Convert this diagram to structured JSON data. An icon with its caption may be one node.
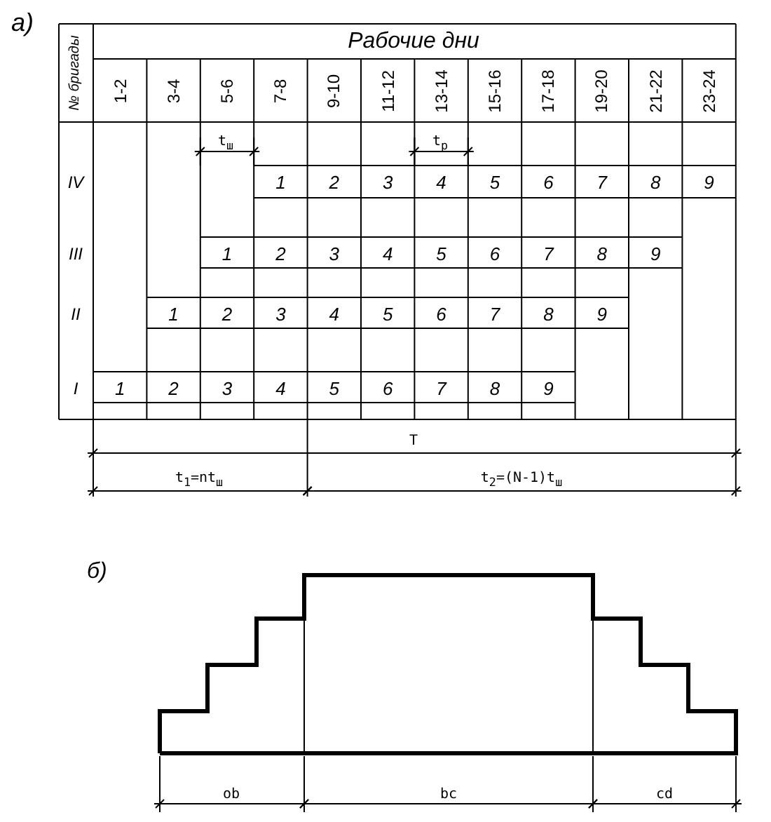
{
  "diagram": {
    "labels": [
      "а)",
      "№ бригады",
      "Рабочие дни",
      "1-2",
      "3-4",
      "5-6",
      "7-8",
      "9-10",
      "11-12",
      "13-14",
      "15-16",
      "17-18",
      "19-20",
      "21-22",
      "23-24",
      "t$_{ш}$",
      "t$_{р}$",
      "IV",
      "1",
      "2",
      "3",
      "4",
      "5",
      "6",
      "7",
      "8",
      "9",
      "III",
      "1",
      "2",
      "3",
      "4",
      "5",
      "6",
      "7",
      "8",
      "9",
      "II",
      "1",
      "2",
      "3",
      "4",
      "5",
      "6",
      "7",
      "8",
      "9",
      "I",
      "1",
      "2",
      "3",
      "4",
      "5",
      "6",
      "7",
      "8",
      "9",
      "T",
      "t$_{1}$=nt$_{ш}$",
      "t$_{2}$=(N-1)t$_{ш}$",
      "б)",
      "ob",
      "bc",
      "cd"
    ]
  }
}
